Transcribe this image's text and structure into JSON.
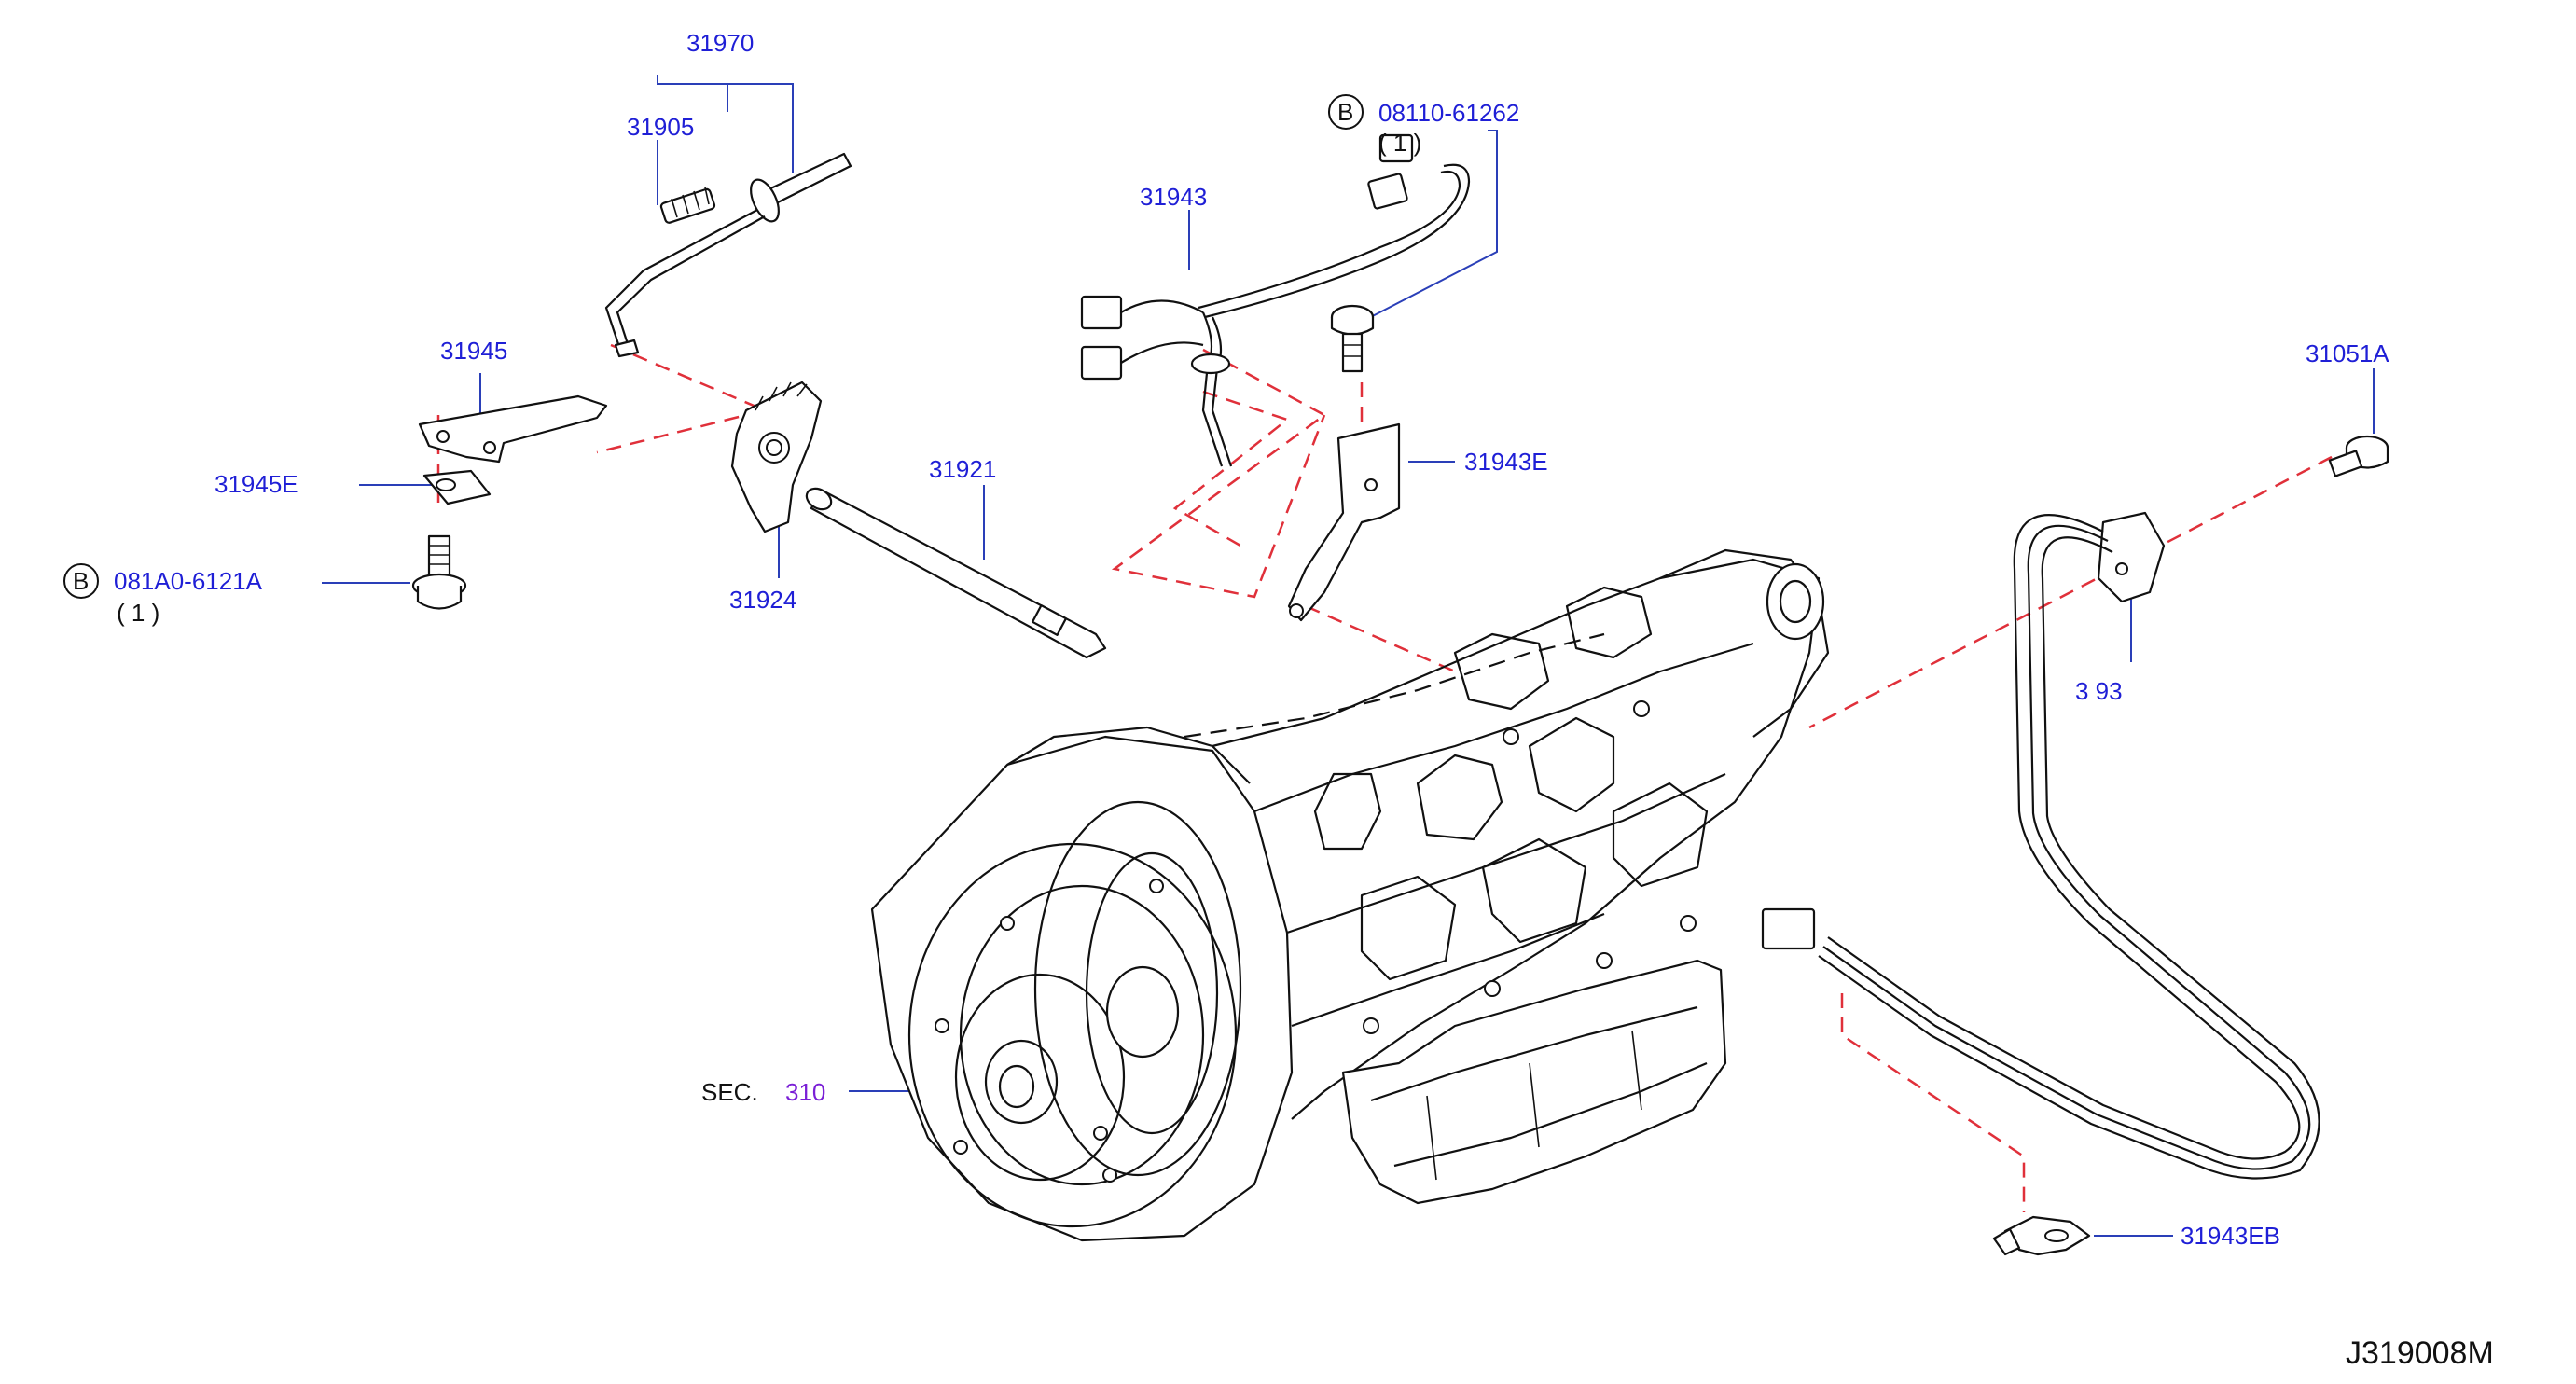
{
  "diagram_code": "J319008M",
  "callouts": {
    "p31970": "31970",
    "p31905": "31905",
    "p31945": "31945",
    "p31945e": "31945E",
    "p081a0_circle": "B",
    "p081a0": "081A0-6121A",
    "p081a0_qty": "( 1 )",
    "p31924": "31924",
    "p31921": "31921",
    "p31943": "31943",
    "p08110_circle": "B",
    "p08110": "08110-61262",
    "p08110_qty": "( 1 )",
    "p31943e": "31943E",
    "p31051a": "31051A",
    "p3193x": "3 93",
    "p31943eb": "31943EB",
    "sec_prefix": "SEC.",
    "sec_number": "310"
  },
  "colors": {
    "label": "#1f1fd6",
    "leader": "#2a3fb8",
    "dashed_link": "#e0303a",
    "section_ref": "#7a1fd6",
    "line_art": "#111111"
  }
}
